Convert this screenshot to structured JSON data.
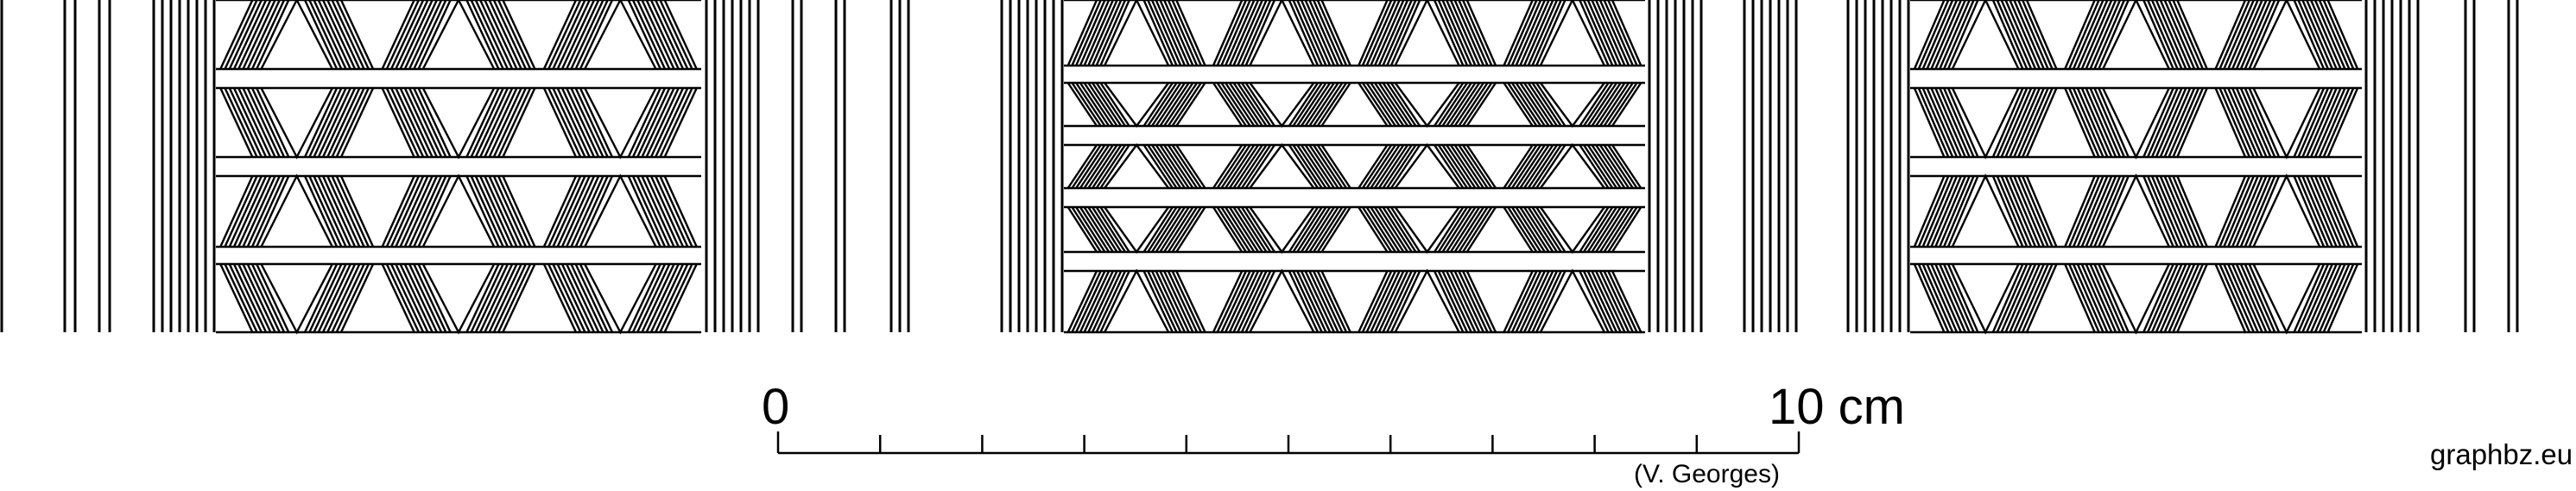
{
  "scale_bar": {
    "start_label": "0",
    "end_label": "10 cm",
    "divisions": 10,
    "credit": "(V. Georges)"
  },
  "site_credit": "graphbz.eu",
  "colors": {
    "stroke": "#000000",
    "background": "#ffffff"
  },
  "pattern": {
    "description_icon": "hatched-band-decoration",
    "panels": [
      {
        "name": "panel-left",
        "registers": 4,
        "triangles_per_register": 3
      },
      {
        "name": "panel-center",
        "registers": 5,
        "triangles_per_register": 4
      },
      {
        "name": "panel-right",
        "registers": 4,
        "triangles_per_register": 3
      }
    ]
  }
}
